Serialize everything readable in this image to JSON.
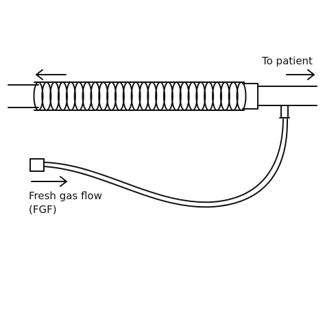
{
  "labels": {
    "to_patient": "To patient",
    "fgf_line1": "Fresh gas flow",
    "fgf_line2": "(FGF)"
  },
  "colors": {
    "ink": "#111111",
    "background": "#ffffff"
  },
  "elements": {
    "corrugated_coil_count": 26
  }
}
